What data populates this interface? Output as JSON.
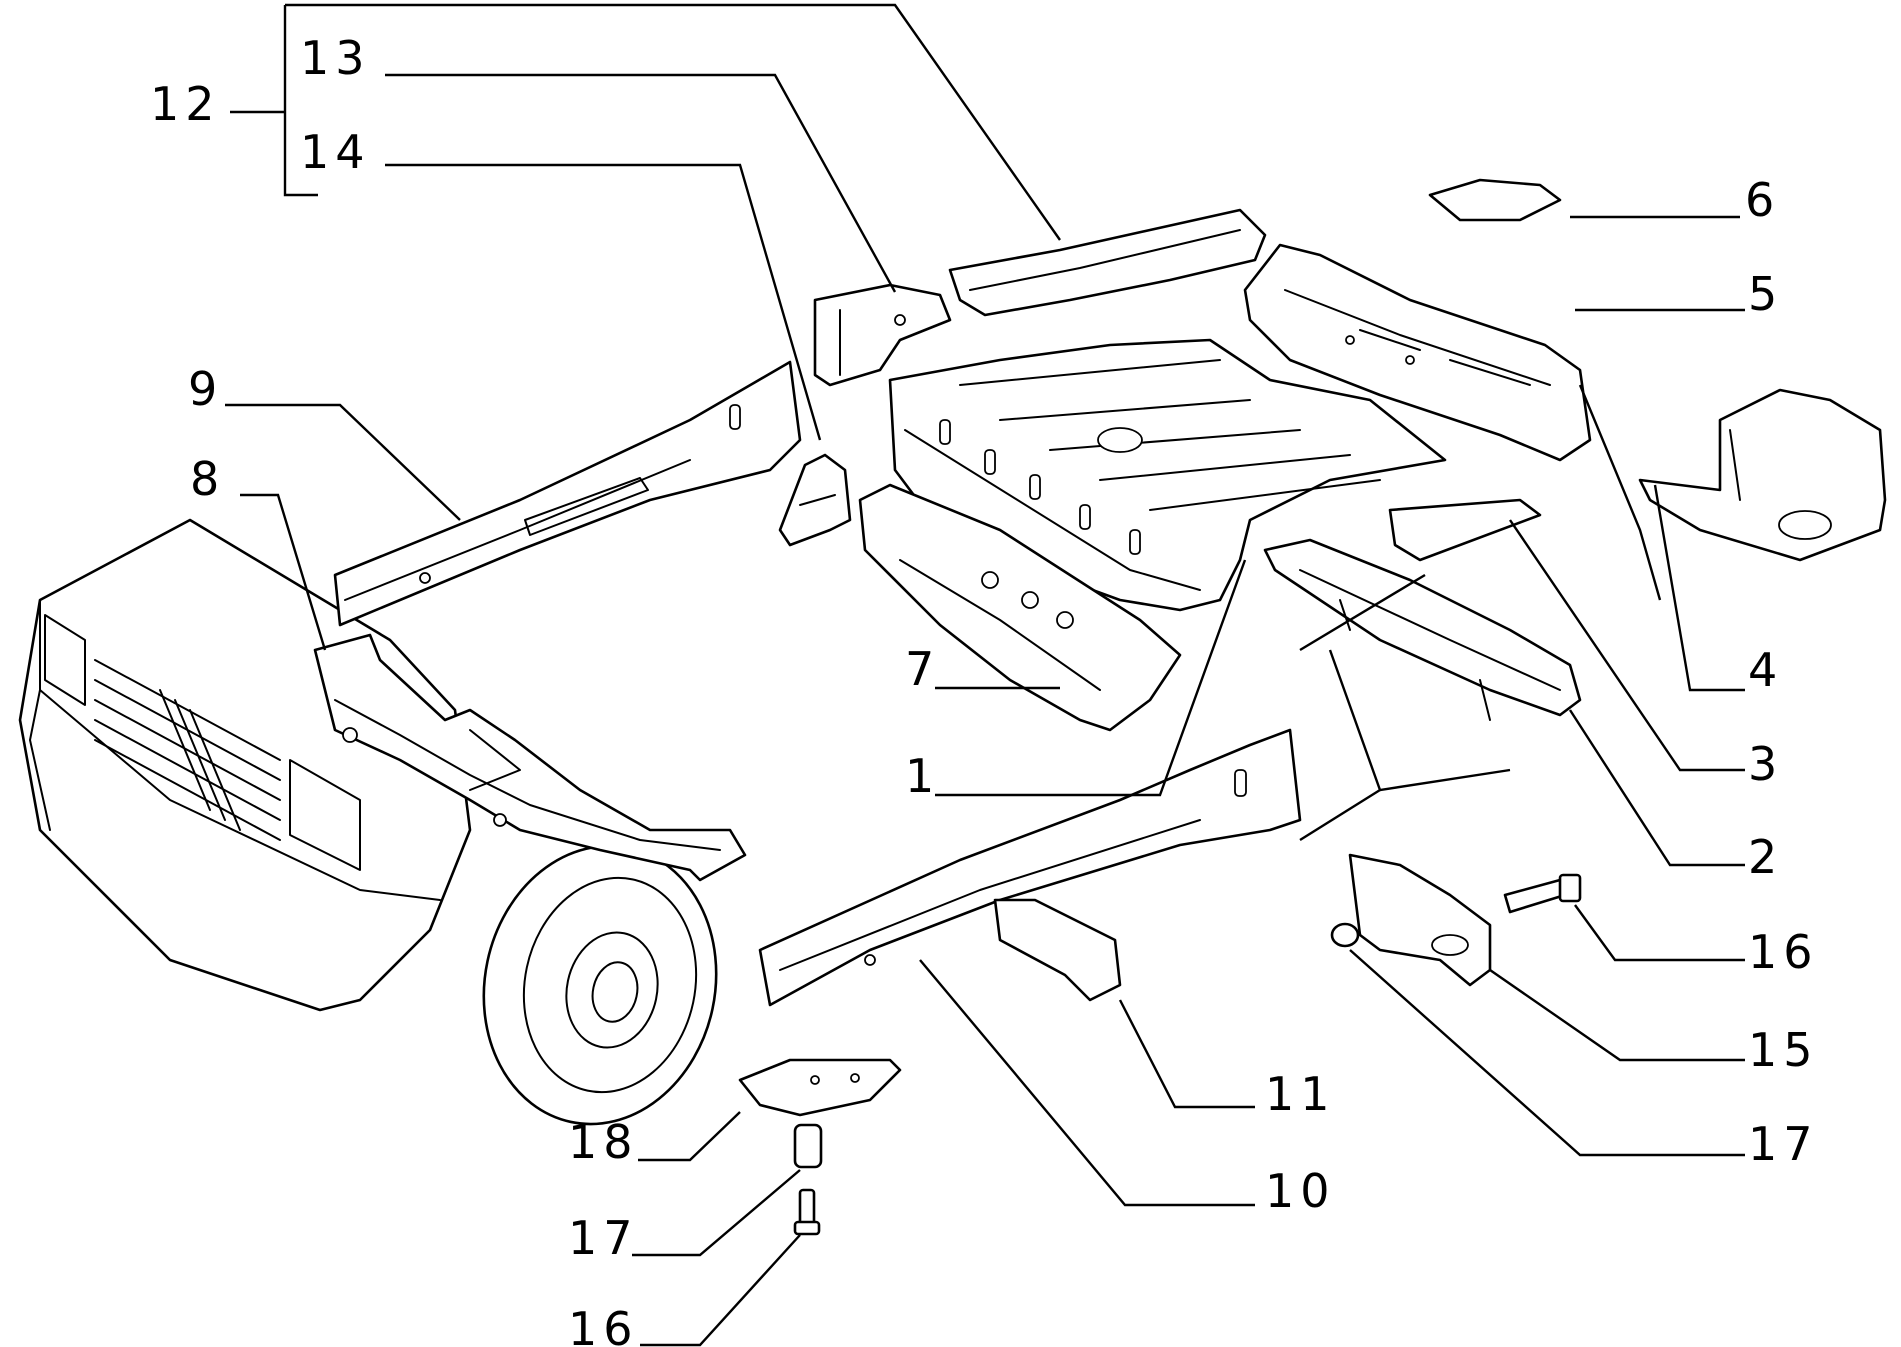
{
  "callouts": {
    "c1": "1",
    "c2": "2",
    "c3": "3",
    "c4": "4",
    "c5": "5",
    "c6": "6",
    "c7": "7",
    "c8": "8",
    "c9": "9",
    "c10": "10",
    "c11": "11",
    "c12": "12",
    "c13": "13",
    "c14": "14",
    "c15": "15",
    "c16a": "16",
    "c16b": "16",
    "c17a": "17",
    "c17b": "17",
    "c18": "18"
  }
}
